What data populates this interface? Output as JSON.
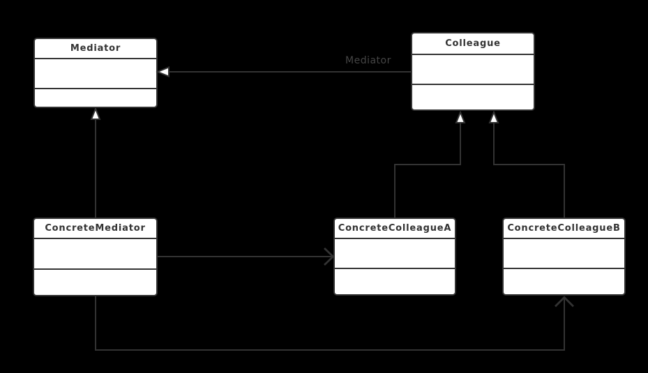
{
  "diagram": {
    "type": "uml-class-diagram",
    "classes": [
      {
        "name": "Mediator",
        "attributes": [],
        "methods": []
      },
      {
        "name": "Colleague",
        "attributes": [],
        "methods": []
      },
      {
        "name": "ConcreteMediator",
        "attributes": [],
        "methods": []
      },
      {
        "name": "ConcreteColleagueA",
        "attributes": [],
        "methods": []
      },
      {
        "name": "ConcreteColleagueB",
        "attributes": [],
        "methods": []
      }
    ],
    "edges": [
      {
        "from": "Colleague",
        "to": "Mediator",
        "type": "association",
        "arrowhead": "hollow-triangle",
        "label": "Mediator"
      },
      {
        "from": "ConcreteMediator",
        "to": "Mediator",
        "type": "inheritance",
        "arrowhead": "hollow-triangle",
        "label": ""
      },
      {
        "from": "ConcreteColleagueA",
        "to": "Colleague",
        "type": "inheritance",
        "arrowhead": "hollow-triangle",
        "label": ""
      },
      {
        "from": "ConcreteColleagueB",
        "to": "Colleague",
        "type": "inheritance",
        "arrowhead": "hollow-triangle",
        "label": ""
      },
      {
        "from": "ConcreteMediator",
        "to": "ConcreteColleagueA",
        "type": "association",
        "arrowhead": "open-chevron",
        "label": ""
      },
      {
        "from": "ConcreteMediator",
        "to": "ConcreteColleagueB",
        "type": "association",
        "arrowhead": "open-chevron",
        "label": ""
      }
    ],
    "colors": {
      "background": "#000000",
      "box_fill": "#ffffff",
      "line": "#333333",
      "title_text": "#333333",
      "edge_label_text": "#454545"
    }
  }
}
